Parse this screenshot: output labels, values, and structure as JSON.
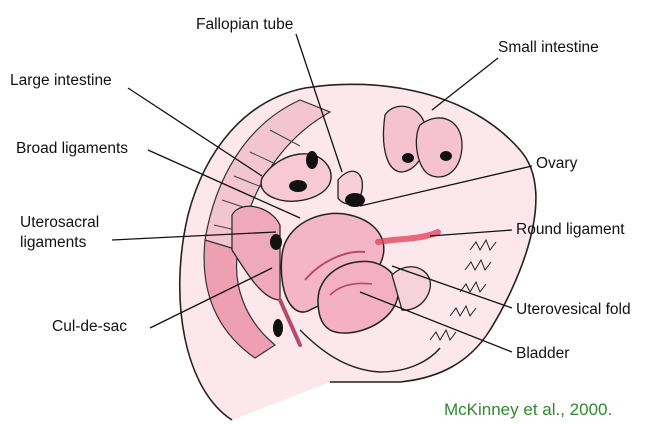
{
  "labels": {
    "fallopian_tube": "Fallopian tube",
    "small_intestine": "Small intestine",
    "large_intestine": "Large intestine",
    "broad_ligaments": "Broad ligaments",
    "ovary": "Ovary",
    "uterosacral_line1": "Uterosacral",
    "uterosacral_line2": "ligaments",
    "round_ligament": "Round ligament",
    "uterovesical_fold": "Uterovesical fold",
    "cul_de_sac": "Cul-de-sac",
    "bladder": "Bladder"
  },
  "citation": "McKinney et al., 2000.",
  "colors": {
    "tissue_light": "#f9dfe6",
    "tissue_mid": "#f3b9c8",
    "tissue_dark": "#e08aa2",
    "highlight_red": "#e23c5a",
    "citation_green": "#2e8a2e"
  }
}
